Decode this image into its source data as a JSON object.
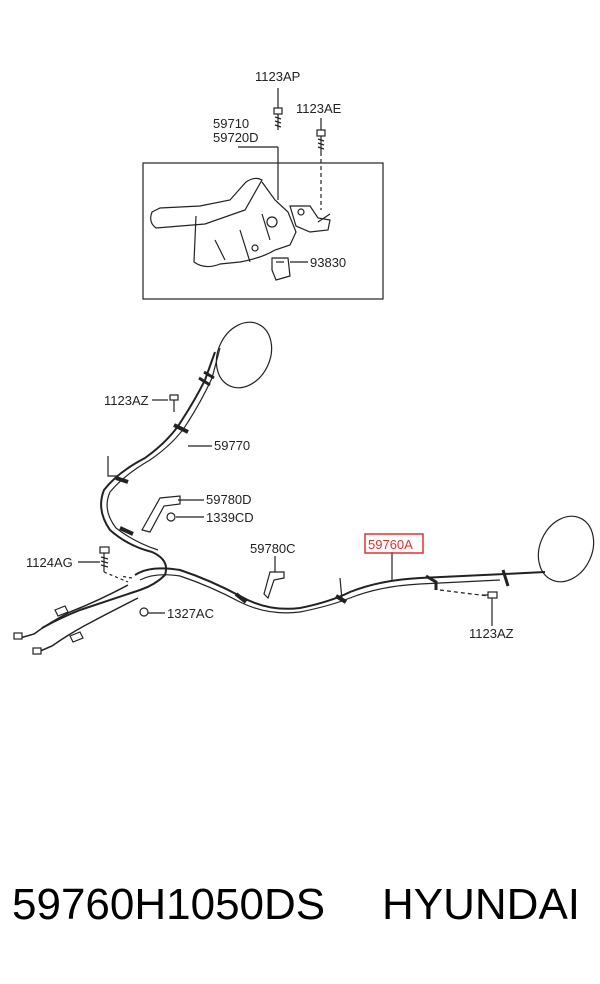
{
  "labels": {
    "p1123AP": "1123AP",
    "p1123AE": "1123AE",
    "p59710": "59710",
    "p59720D": "59720D",
    "p93830": "93830",
    "p1123AZ_top": "1123AZ",
    "p59770": "59770",
    "p59780D": "59780D",
    "p1339CD": "1339CD",
    "p1124AG": "1124AG",
    "p59780C": "59780C",
    "p1327AC": "1327AC",
    "p59760A": "59760A",
    "p1123AZ_right": "1123AZ"
  },
  "colors": {
    "highlight": "#e23030",
    "line": "#222222"
  },
  "footer": {
    "part_number": "59760H1050DS",
    "brand": "HYUNDAI"
  }
}
